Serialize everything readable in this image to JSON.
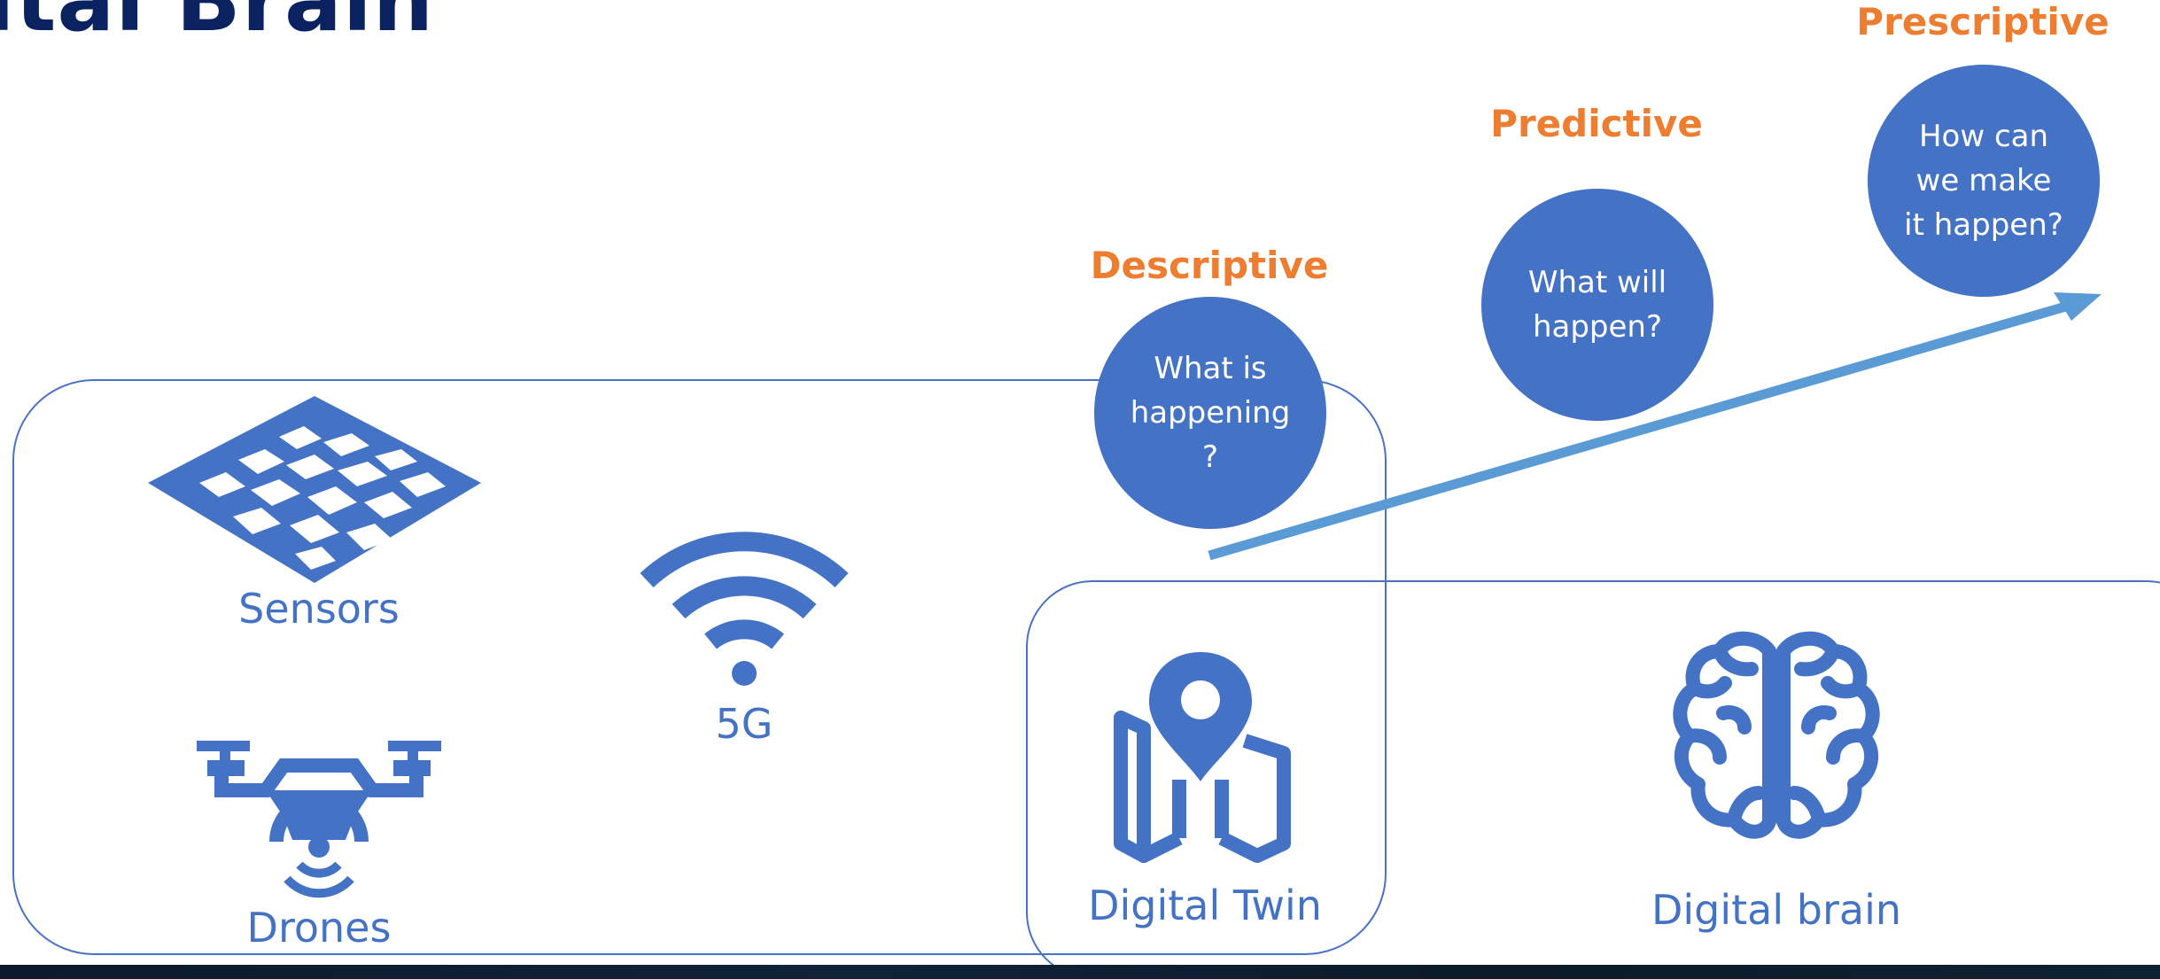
{
  "title": "igital Brain",
  "colors": {
    "icon_blue": "#4472c4",
    "frame_blue": "#4a72c2",
    "arrow_blue": "#5b9bd5",
    "stage_orange": "#ed7d31",
    "title_navy": "#0b2260"
  },
  "left_group": {
    "items": [
      {
        "label": "Sensors",
        "icon": "sensor-grid-icon"
      },
      {
        "label": "5G",
        "icon": "wifi-signal-icon"
      },
      {
        "label": "Drones",
        "icon": "drone-icon"
      }
    ]
  },
  "right_group": {
    "items": [
      {
        "label": "Digital Twin",
        "icon": "map-pin-icon"
      },
      {
        "label": "Digital brain",
        "icon": "brain-icon"
      }
    ]
  },
  "analytics": [
    {
      "stage": "Descriptive",
      "question": "What is\nhappening\n?"
    },
    {
      "stage": "Predictive",
      "question": "What will\nhappen?"
    },
    {
      "stage": "Prescriptive",
      "question": "How can\nwe make\nit happen?"
    }
  ]
}
